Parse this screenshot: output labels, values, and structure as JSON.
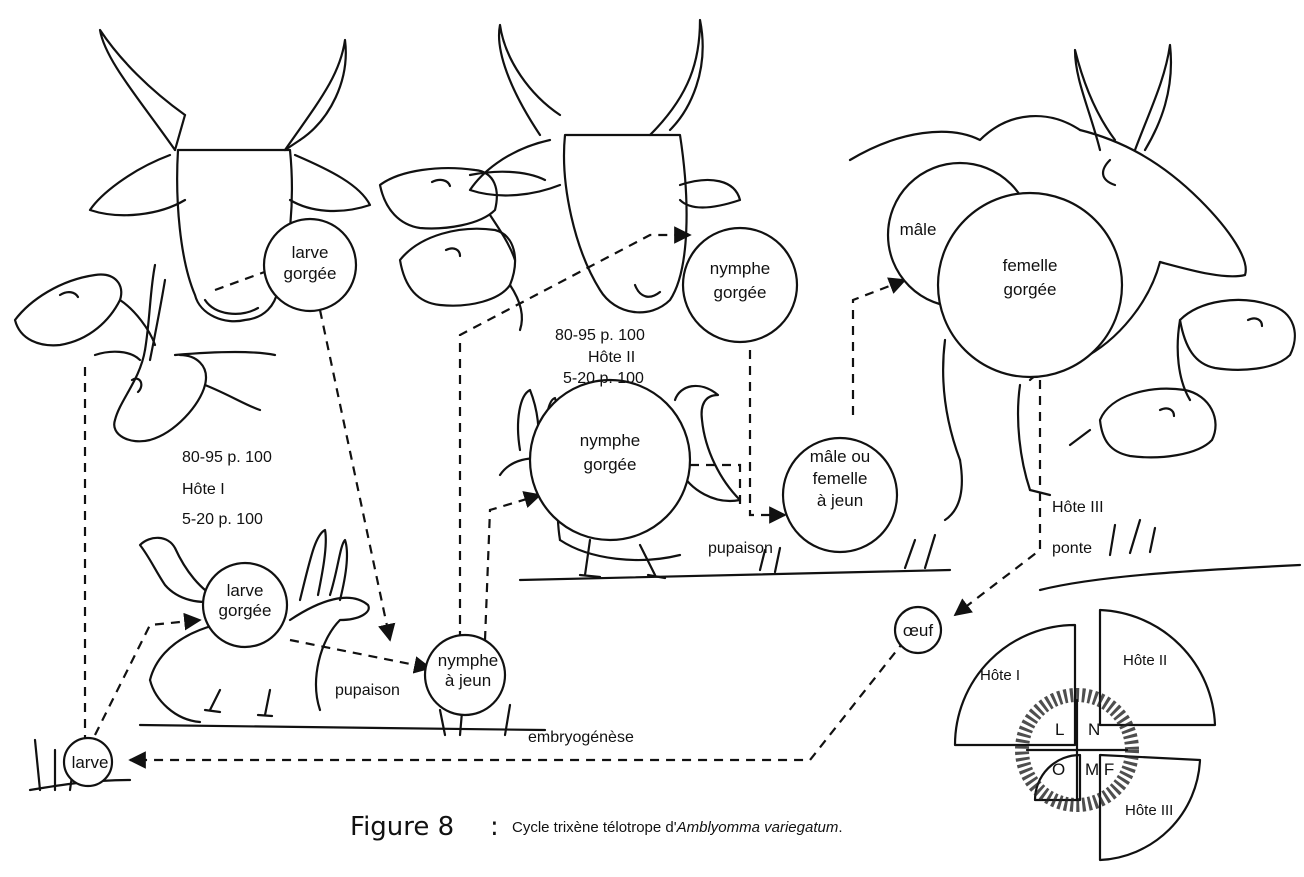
{
  "nodes": {
    "larve_gorgee_top": "larve\ngorgée",
    "nymphe_gorgee_top": "nymphe\ngorgée",
    "male": "mâle",
    "femelle_gorgee": "femelle\ngorgée",
    "nymphe_gorgee_mid": "nymphe\ngorgée",
    "male_ou_femelle": "mâle ou\nfemelle\nà jeun",
    "larve_gorgee_low": "larve\ngorgée",
    "nymphe_a_jeun": "nymphe\nà jeun",
    "oeuf": "œuf",
    "larve": "larve"
  },
  "labels": {
    "host1_pct_high": "80-95 p. 100",
    "host1_name": "Hôte I",
    "host1_pct_low": "5-20 p. 100",
    "host2_pct_high": "80-95 p. 100",
    "host2_name": "Hôte II",
    "host2_pct_low": "5-20 p. 100",
    "host3_name": "Hôte III",
    "pupaison_1": "pupaison",
    "pupaison_2": "pupaison",
    "ponte": "ponte",
    "embryogenese": "embryogénèse"
  },
  "wheel": {
    "host1": "Hôte I",
    "host2": "Hôte II",
    "host3": "Hôte III",
    "q_L": "L",
    "q_N": "N",
    "q_O": "O",
    "q_MF": "M F"
  },
  "caption": {
    "figure": "Figure 8",
    "separator": ":",
    "text_prefix": "Cycle trixène télotrope d'",
    "species": "Amblyomma variegatum",
    "text_suffix": "."
  },
  "icons": [
    "cattle-head-icon",
    "goat-head-icon",
    "sheep-head-icon",
    "antelope-head-icon",
    "hare-icon",
    "bird-icon",
    "zebu-icon",
    "grass-icon"
  ]
}
